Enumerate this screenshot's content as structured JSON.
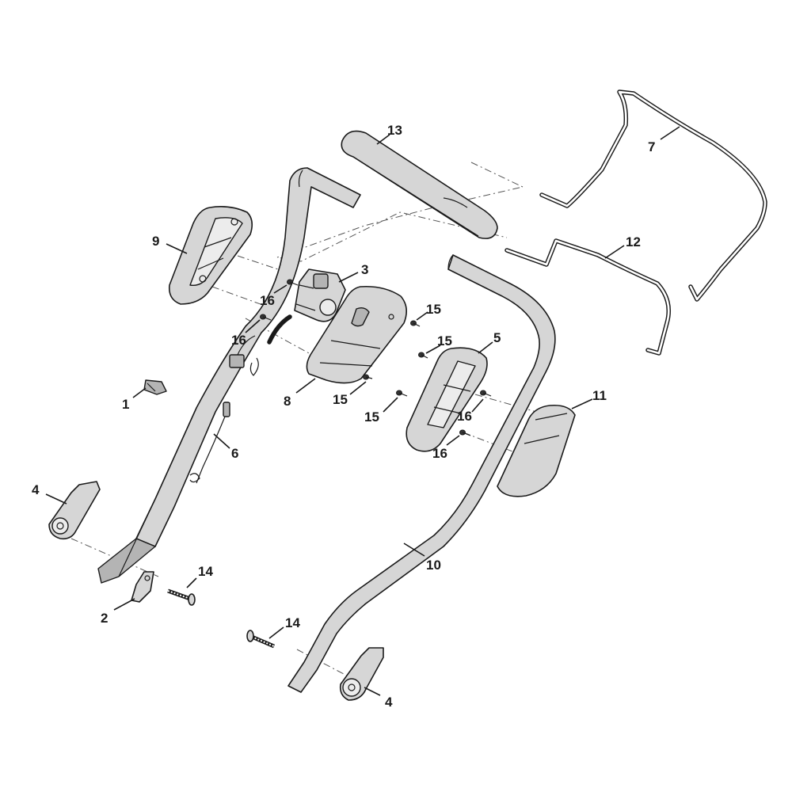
{
  "diagram": {
    "callouts": {
      "c1": "1",
      "c2": "2",
      "c3": "3",
      "c4a": "4",
      "c4b": "4",
      "c5": "5",
      "c6": "6",
      "c7": "7",
      "c8": "8",
      "c9": "9",
      "c10": "10",
      "c11": "11",
      "c12": "12",
      "c13": "13",
      "c14a": "14",
      "c14b": "14",
      "c15a": "15",
      "c15b": "15",
      "c15c": "15",
      "c15d": "15",
      "c16a": "16",
      "c16b": "16",
      "c16c": "16",
      "c16d": "16"
    },
    "colors": {
      "line": "#1a1a1a",
      "part_fill": "#d6d6d6",
      "background": "#ffffff"
    }
  }
}
